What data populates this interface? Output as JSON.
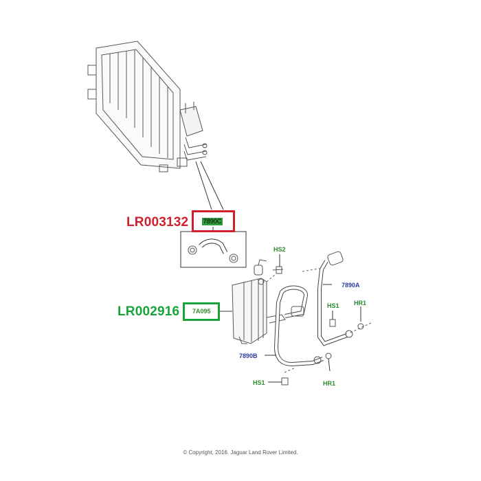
{
  "callouts": {
    "upper_part_number": "LR003132",
    "upper_ref": "7890C",
    "lower_part_number": "LR002916",
    "lower_ref": "7A095"
  },
  "labels": {
    "hs2": "HS2",
    "hs1_right": "HS1",
    "hr1_right": "HR1",
    "ref_7890a": "7890A",
    "ref_7890b": "7890B",
    "hs1_bottom": "HS1",
    "hr1_bottom": "HR1"
  },
  "colors": {
    "red": "#d11f2b",
    "green": "#19a33a",
    "label_green": "#2e8b2e",
    "label_blue": "#2b3aa0",
    "line": "#444444"
  },
  "footer": {
    "copyright": "© Copyright, 2016. Jaguar Land Rover Limited."
  }
}
